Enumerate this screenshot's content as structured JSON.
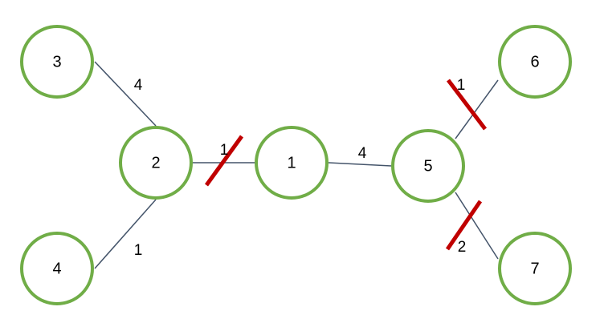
{
  "graph": {
    "nodes": [
      {
        "id": "n3",
        "label": "3"
      },
      {
        "id": "n2",
        "label": "2"
      },
      {
        "id": "n4",
        "label": "4"
      },
      {
        "id": "n1",
        "label": "1"
      },
      {
        "id": "n5",
        "label": "5"
      },
      {
        "id": "n6",
        "label": "6"
      },
      {
        "id": "n7",
        "label": "7"
      }
    ],
    "edges": [
      {
        "id": "e3-2",
        "from": "3",
        "to": "2",
        "weight": "4",
        "cut": false
      },
      {
        "id": "e4-2",
        "from": "4",
        "to": "2",
        "weight": "1",
        "cut": false
      },
      {
        "id": "e2-1",
        "from": "2",
        "to": "1",
        "weight": "1",
        "cut": true
      },
      {
        "id": "e1-5",
        "from": "1",
        "to": "5",
        "weight": "4",
        "cut": false
      },
      {
        "id": "e5-6",
        "from": "5",
        "to": "6",
        "weight": "1",
        "cut": true
      },
      {
        "id": "e5-7",
        "from": "5",
        "to": "7",
        "weight": "2",
        "cut": true
      }
    ]
  },
  "colors": {
    "node_stroke": "#70ad47",
    "edge_stroke": "#44546a",
    "cut_mark": "#c00000",
    "text": "#000000"
  }
}
